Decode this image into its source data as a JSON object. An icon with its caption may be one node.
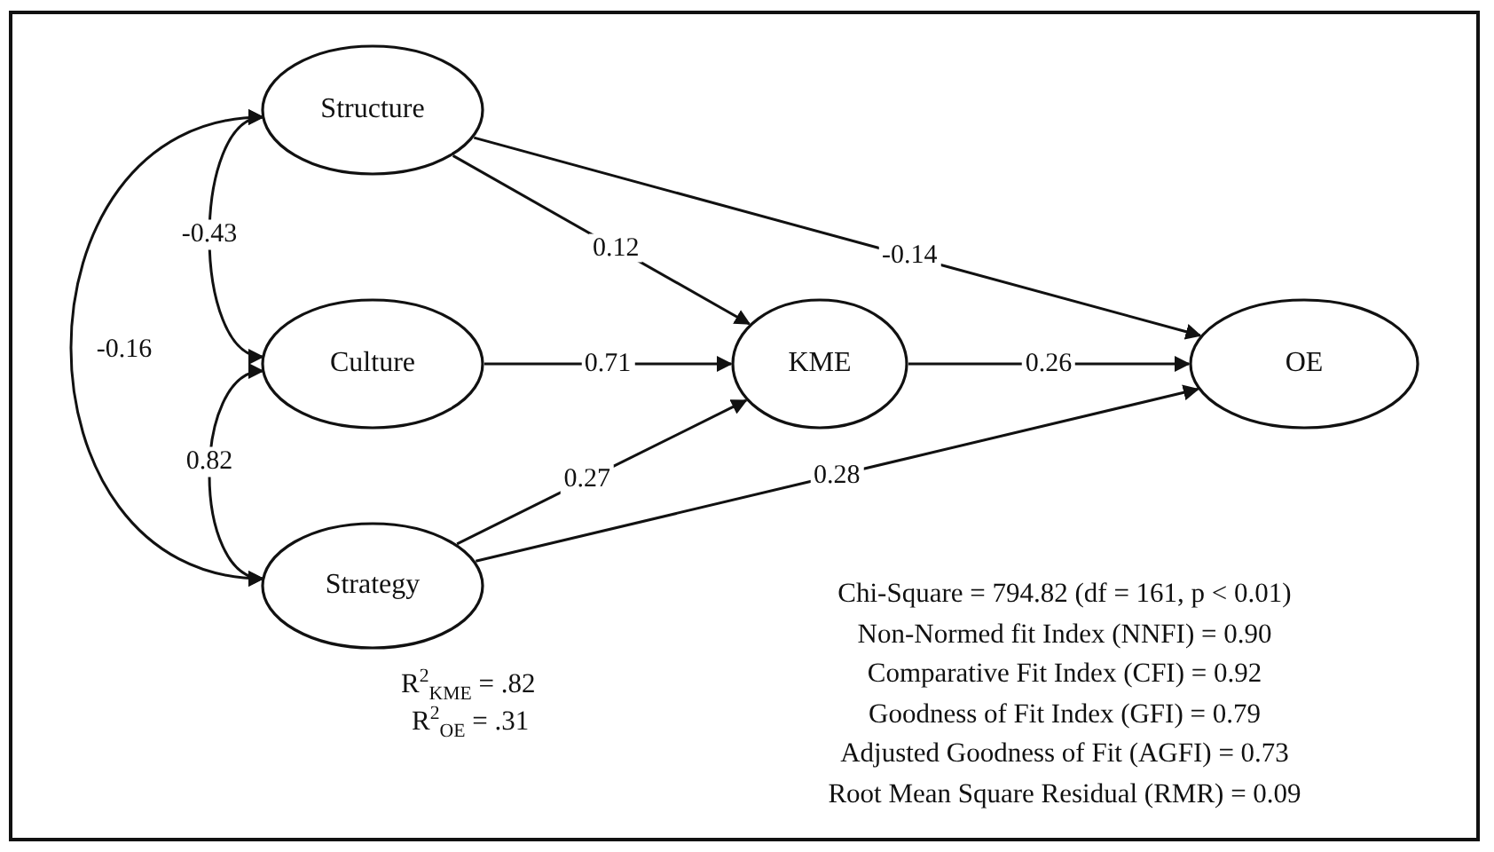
{
  "diagram": {
    "nodes": [
      {
        "text": [
          "Structure"
        ]
      },
      {
        "text": [
          "Culture"
        ]
      },
      {
        "text": [
          "KME"
        ]
      },
      {
        "text": [
          "OE"
        ]
      },
      {
        "text": [
          "Strategy"
        ]
      }
    ],
    "edges": [
      {
        "from": 0,
        "to": 1,
        "arrow": "both",
        "label": "-0.43"
      },
      {
        "from": 0,
        "to": 4,
        "arrow": "both",
        "label": "-0.16"
      },
      {
        "from": 1,
        "to": 4,
        "arrow": "both",
        "label": "0.82"
      },
      {
        "from": 0,
        "to": 2,
        "arrow": "to",
        "label": "0.12"
      },
      {
        "from": 0,
        "to": 3,
        "arrow": "to",
        "label": "-0.14"
      },
      {
        "from": 1,
        "to": 2,
        "arrow": "to",
        "label": "0.71"
      },
      {
        "from": 2,
        "to": 3,
        "arrow": "to",
        "label": "0.26"
      },
      {
        "from": 4,
        "to": 2,
        "arrow": "to",
        "label": "0.27"
      },
      {
        "from": 4,
        "to": 3,
        "arrow": "to",
        "label": "0.28"
      }
    ],
    "labels": [
      "R$^{2}$$_{KME}$ = .82",
      "R$^{2}$$_{OE}$ = .31",
      "Chi-Square = 794.82 (df = 161, p < 0.01)",
      "Non-Normed fit Index (NNFI) = 0.90",
      "Comparative Fit Index (CFI) = 0.92",
      "Goodness of Fit Index (GFI) = 0.79",
      "Adjusted Goodness of Fit (AGFI) = 0.73",
      "Root Mean Square Residual (RMR) = 0.09"
    ]
  }
}
